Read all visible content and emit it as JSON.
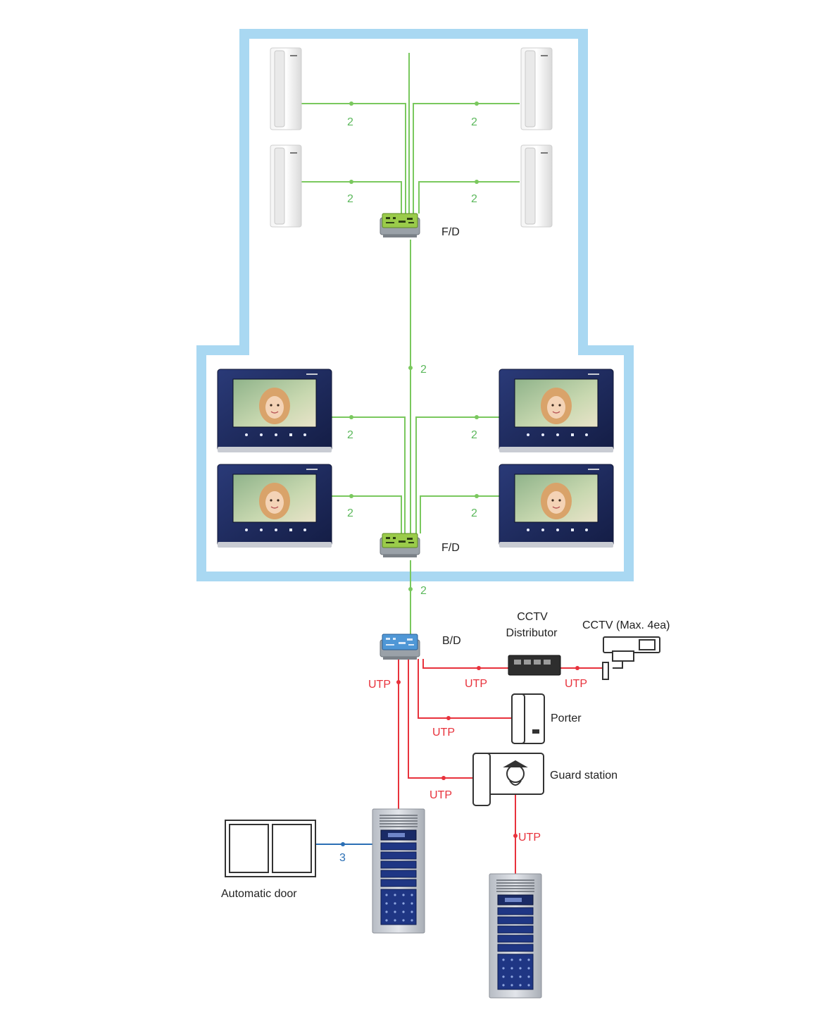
{
  "colors": {
    "building_outline": "#a9d8f2",
    "green_wire": "#7ac85e",
    "red_wire": "#e8323c",
    "blue_wire": "#2b6fb5",
    "monitor_frame": "#1f2e66"
  },
  "wire_counts": {
    "interphone_top_left": "2",
    "interphone_top_right": "2",
    "interphone_mid_left": "2",
    "interphone_mid_right": "2",
    "riser_upper": "2",
    "monitor_top_left": "2",
    "monitor_top_right": "2",
    "monitor_bottom_left": "2",
    "monitor_bottom_right": "2",
    "riser_lower": "2",
    "automatic_door": "3"
  },
  "utp_labels": {
    "lobby_riser": "UTP",
    "bd_to_cctv_dist": "UTP",
    "cctv_dist_to_camera": "UTP",
    "porter": "UTP",
    "guard": "UTP",
    "guard_to_lobby": "UTP"
  },
  "device_labels": {
    "fd_upper": "F/D",
    "fd_lower": "F/D",
    "bd": "B/D",
    "cctv_distributor_line1": "CCTV",
    "cctv_distributor_line2": "Distributor",
    "cctv_camera": "CCTV (Max. 4ea)",
    "porter": "Porter",
    "guard_station": "Guard station",
    "automatic_door": "Automatic door"
  }
}
